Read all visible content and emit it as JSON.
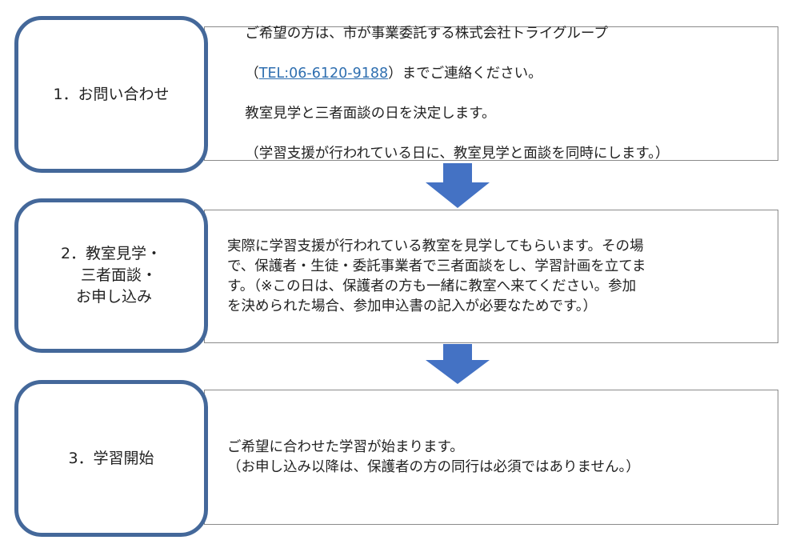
{
  "colors": {
    "step_border": "#44689a",
    "arrow": "#4472c4",
    "link": "#2f6fb0"
  },
  "steps": [
    {
      "label": "1．お問い合わせ",
      "desc_line1": "ご希望の方は、市が事業委託する株式会社トライグループ",
      "desc_open": "（",
      "tel": "TEL:06-6120-9188",
      "desc_line2_rest": "）までご連絡ください。",
      "desc_line3": "教室見学と三者面談の日を決定します。",
      "desc_line4": "（学習支援が行われている日に、教室見学と面談を同時にします。）"
    },
    {
      "label": "2．教室見学・\n　 三者面談・\n　お申し込み",
      "desc": "実際に学習支援が行われている教室を見学してもらいます。その場\nで、保護者・生徒・委託事業者で三者面談をし、学習計画を立てま\nす。（※この日は、保護者の方も一緒に教室へ来てください。参加\nを決められた場合、参加申込書の記入が必要なためです。）"
    },
    {
      "label": "3．学習開始",
      "desc": "ご希望に合わせた学習が始まります。\n（お申し込み以降は、保護者の方の同行は必須ではありません。）"
    }
  ]
}
